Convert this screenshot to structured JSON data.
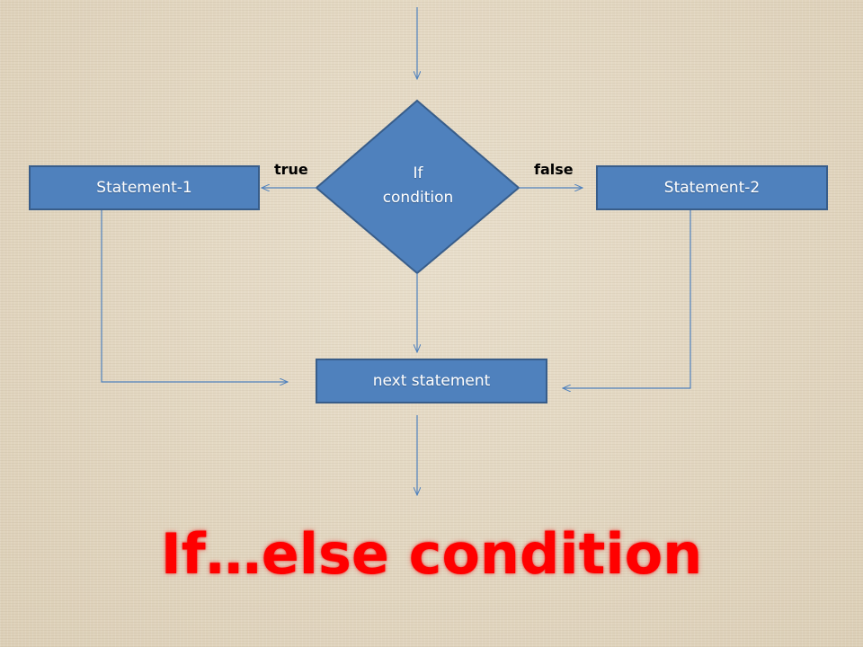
{
  "diagram": {
    "decision_line1": "If",
    "decision_line2": "condition",
    "true_label": "true",
    "false_label": "false",
    "statement1": "Statement-1",
    "statement2": "Statement-2",
    "next_statement": "next statement"
  },
  "title": "If…else condition",
  "colors": {
    "shape_fill": "#4f81bd",
    "shape_border": "#385d8a",
    "connector": "#4f81bd",
    "title": "#ff0000",
    "background": "#e4d8c4"
  }
}
